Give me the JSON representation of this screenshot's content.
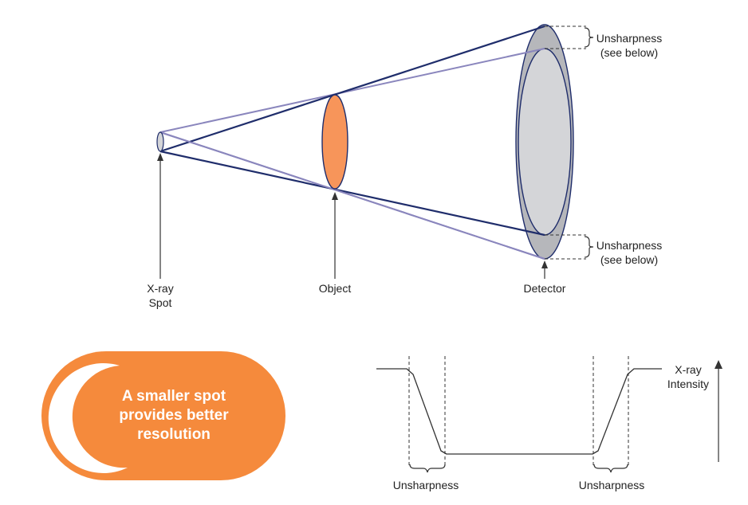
{
  "labels": {
    "spot_line1": "X-ray",
    "spot_line2": "Spot",
    "object": "Object",
    "detector": "Detector",
    "unsharpness_top_1": "Unsharpness",
    "unsharpness_top_2": "(see below)",
    "unsharpness_bottom_1": "Unsharpness",
    "unsharpness_bottom_2": "(see below)",
    "intensity_line1": "X-ray",
    "intensity_line2": "Intensity",
    "profile_unsharp_left": "Unsharpness",
    "profile_unsharp_right": "Unsharpness"
  },
  "callout": {
    "line1": "A smaller spot",
    "line2": "provides better",
    "line3": "resolution"
  },
  "colors": {
    "inner_ray": "#1f2d6b",
    "outer_ray": "#8a86bd",
    "object_fill": "#f7955a",
    "detector_outer": "#b6b7bb",
    "detector_inner": "#d4d5d8",
    "callout_fill": "#f58a3c",
    "line": "#333333"
  }
}
